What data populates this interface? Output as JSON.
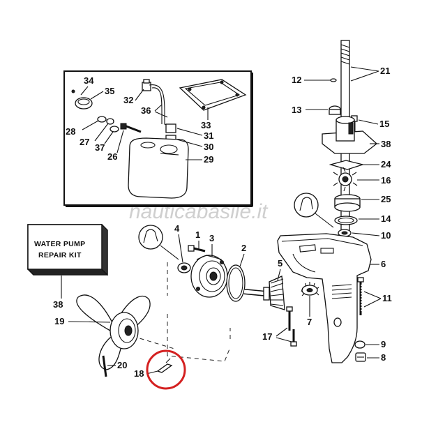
{
  "watermark": "nauticabasile.it",
  "kit_box": {
    "line1": "WATER PUMP",
    "line2": "REPAIR KIT"
  },
  "highlight_color": "#d42020",
  "labels": {
    "p1": "1",
    "p2": "2",
    "p3": "3",
    "p4": "4",
    "p5": "5",
    "p6": "6",
    "p7": "7",
    "p8": "8",
    "p9": "9",
    "p10": "10",
    "p11": "11",
    "p12": "12",
    "p13": "13",
    "p14": "14",
    "p15": "15",
    "p16": "16",
    "p17": "17",
    "p18": "18",
    "p19": "19",
    "p20": "20",
    "p21": "21",
    "p24": "24",
    "p25": "25",
    "p26": "26",
    "p27": "27",
    "p28": "28",
    "p29": "29",
    "p30": "30",
    "p31": "31",
    "p32": "32",
    "p33": "33",
    "p34": "34",
    "p35": "35",
    "p36": "36",
    "p37": "37",
    "p38a": "38",
    "p38b": "38"
  }
}
